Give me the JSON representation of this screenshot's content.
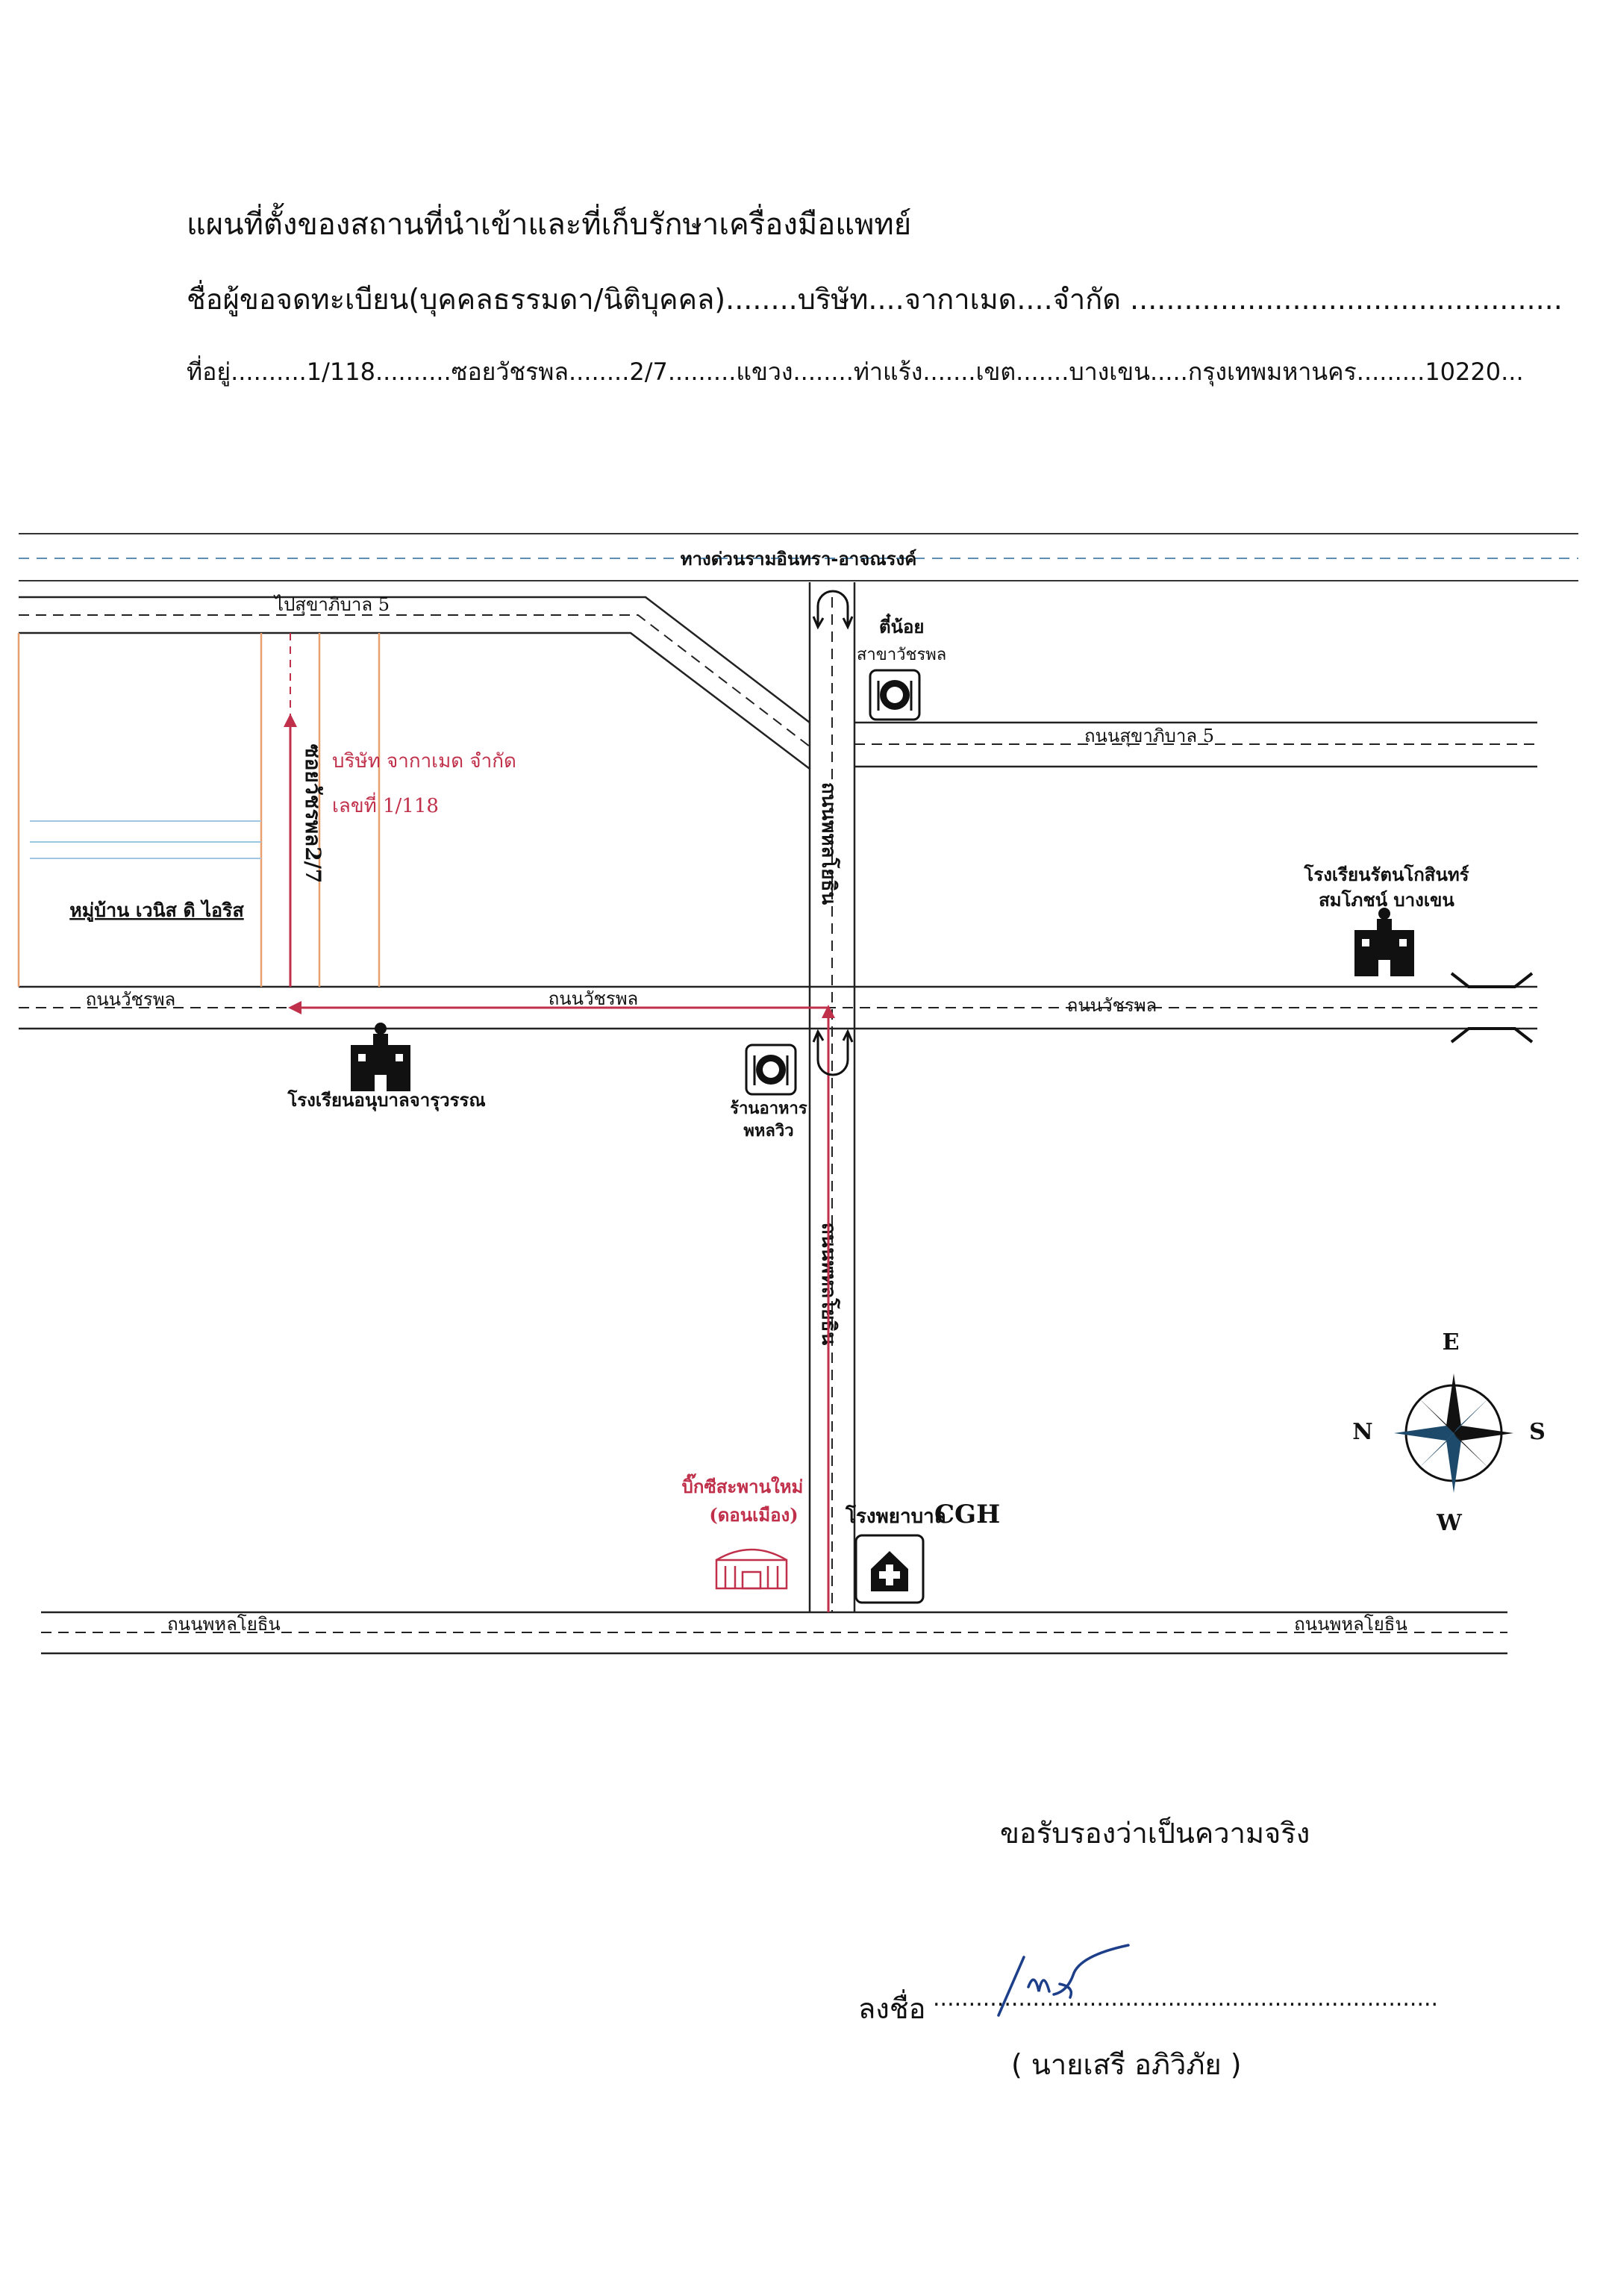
{
  "header": {
    "title": "แผนที่ตั้งของสถานที่นำเข้าและที่เก็บรักษาเครื่องมือแพทย์",
    "applicant_line": "ชื่อผู้ขอจดทะเบียน(บุคคลธรรมดา/นิติบุคคล)........บริษัท....จากาเมด....จำกัด ................................................",
    "address_line": "ที่อยู่..........1/118..........ซอยวัชรพล........2/7.........แขวง........ท่าแร้ง.......เขต.......บางเขน.....กรุงเทพมหานคร.........10220..."
  },
  "map": {
    "roads": {
      "expressway": "ทางด่วนรามอินทรา-อาจณรงค์",
      "to_sukhaphiban": "ไปสุขาภิบาล 5",
      "sukhaphiban_road": "ถนนสุขาภิบาล 5",
      "soi_watcharaphon": "ซอยวัชรพล2/7",
      "watcharaphon_left": "ถนนวัชรพล",
      "watcharaphon_mid": "ถนนวัชรพล",
      "watcharaphon_right": "ถนนวัชรพล",
      "main_road_upper": "ถนนพหลโยธิน",
      "main_road_lower": "ถนนพหลโยธิน",
      "phahon_left": "ถนนพหลโยธิน",
      "phahon_right": "ถนนพหลโยธิน"
    },
    "places": {
      "company_name": "บริษัท จากาเมด จำกัด",
      "company_number": "เลขที่ 1/118",
      "village": "หมู่บ้าน เวนิส ดิ ไอริส",
      "school_left": "โรงเรียนอนุบาลจารุวรรณ",
      "school_right_1": "โรงเรียนรัตนโกสินทร์",
      "school_right_2": "สมโภชน์ บางเขน",
      "restaurant_top_1": "ตี๋น้อย",
      "restaurant_top_2": "สาขาวัชรพล",
      "restaurant_mid_1": "ร้านอาหาร",
      "restaurant_mid_2": "พหลวิว",
      "bigc_1": "บิ๊กซีสะพานใหม่",
      "bigc_2": "(ดอนเมือง)",
      "hospital_prefix": "โรงพยาบาล",
      "hospital_name": "CGH"
    },
    "compass": {
      "top": "E",
      "left": "N",
      "right": "S",
      "bottom": "W"
    },
    "colors": {
      "route": "#c0304a",
      "road": "#222222",
      "property": "#e8a070",
      "water": "#9ec6e0"
    }
  },
  "footer": {
    "certify": "ขอรับรองว่าเป็นความจริง",
    "sign_label": "ลงชื่อ",
    "sign_dots": ".......................................................................",
    "signer": "( นายเสรี อภิวิภัย )"
  }
}
